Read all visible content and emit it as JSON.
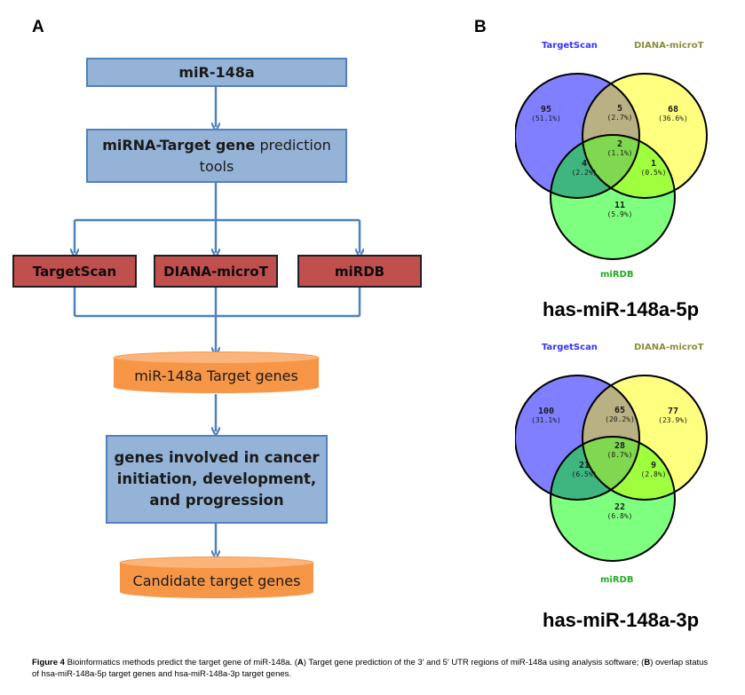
{
  "panel_a": {
    "letter": "A",
    "top_box": "miR-148a",
    "tools_box_bold": "miRNA-Target gene",
    "tools_box_rest": "prediction",
    "tools_box_line2": "tools",
    "tool_targetscan": "TargetScan",
    "tool_diana": "DIANA-microT",
    "tool_mirdb": "miRDB",
    "target_genes": "miR-148a Target genes",
    "cancer_line1": "genes involved in cancer",
    "cancer_line2": "initiation, development,",
    "cancer_line3": "and progression",
    "candidate": "Candidate target genes",
    "colors": {
      "blue_fill": "#95b3d7",
      "blue_border": "#4f81bd",
      "red_fill": "#c0504d",
      "orange_fill": "#f79646",
      "arrow": "#4f81bd"
    }
  },
  "panel_b": {
    "letter": "B",
    "venn_5p": {
      "title": "has-miR-148a-5p",
      "label_targetscan": "TargetScan",
      "label_diana": "DIANA-microT",
      "label_mirdb": "miRDB",
      "ts_only": {
        "n": "95",
        "p": "(51.1%)"
      },
      "ts_diana": {
        "n": "5",
        "p": "(2.7%)"
      },
      "diana_only": {
        "n": "68",
        "p": "(36.6%)"
      },
      "all": {
        "n": "2",
        "p": "(1.1%)"
      },
      "ts_mirdb": {
        "n": "4",
        "p": "(2.2%)"
      },
      "diana_mirdb": {
        "n": "1",
        "p": "(0.5%)"
      },
      "mirdb_only": {
        "n": "11",
        "p": "(5.9%)"
      }
    },
    "venn_3p": {
      "title": "has-miR-148a-3p",
      "label_targetscan": "TargetScan",
      "label_diana": "DIANA-microT",
      "label_mirdb": "miRDB",
      "ts_only": {
        "n": "100",
        "p": "(31.1%)"
      },
      "ts_diana": {
        "n": "65",
        "p": "(20.2%)"
      },
      "diana_only": {
        "n": "77",
        "p": "(23.9%)"
      },
      "all": {
        "n": "28",
        "p": "(8.7%)"
      },
      "ts_mirdb": {
        "n": "21",
        "p": "(6.5%)"
      },
      "diana_mirdb": {
        "n": "9",
        "p": "(2.8%)"
      },
      "mirdb_only": {
        "n": "22",
        "p": "(6.8%)"
      }
    },
    "colors": {
      "ts": "#7f7fff",
      "diana": "#ffff7f",
      "mirdb": "#7fff7f",
      "ts_label": "#3333ff",
      "diana_label": "#8c8c3a",
      "mirdb_label": "#22aa22"
    }
  },
  "caption": {
    "fig": "Figure 4",
    "t1": " Bioinformatics methods predict the target gene of miR-148a. (",
    "a": "A",
    "t2": ") Target gene prediction of the 3′ and 5′ UTR regions of miR-148a using analysis software; (",
    "b": "B",
    "t3": ") overlap status of hsa-miR-148a-5p target genes and hsa-miR-148a-3p target genes."
  }
}
